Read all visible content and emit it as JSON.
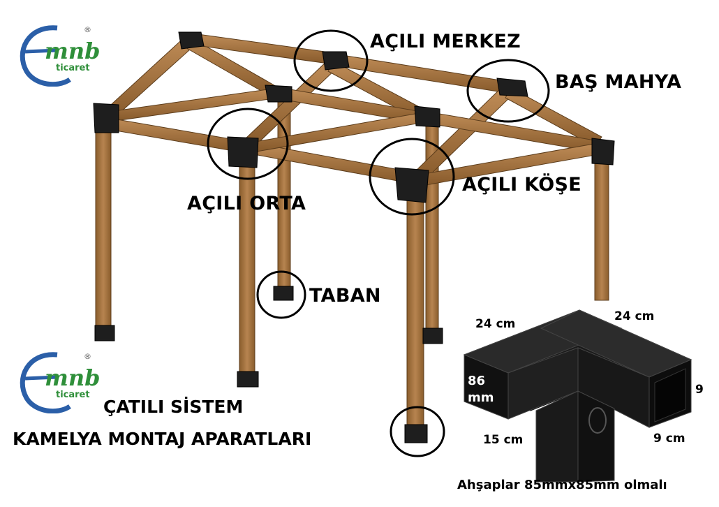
{
  "brand": {
    "letter": "e",
    "name": "mnb",
    "sub": "ticaret",
    "registered": "®",
    "color_green": "#2f8f3a",
    "color_blue": "#2b5fa8"
  },
  "callouts": {
    "merkez": "AÇILI MERKEZ",
    "mahya": "BAŞ MAHYA",
    "orta": "AÇILI ORTA",
    "kose": "AÇILI KÖŞE",
    "taban": "TABAN"
  },
  "dimensions": {
    "top_left": "24 cm",
    "top_right": "24 cm",
    "front_height": "86\nmm",
    "right_height": "9",
    "bottom_left": "15 cm",
    "bottom_right": "9 cm"
  },
  "title": {
    "line1": "ÇATILI SİSTEM",
    "line2": "KAMELYA MONTAJ APARATLARI"
  },
  "note": "Ahşaplar 85mmx85mm olmalı",
  "colors": {
    "wood": "#a97943",
    "wood_dark": "#7b5428",
    "bracket": "#1e1e1e"
  }
}
